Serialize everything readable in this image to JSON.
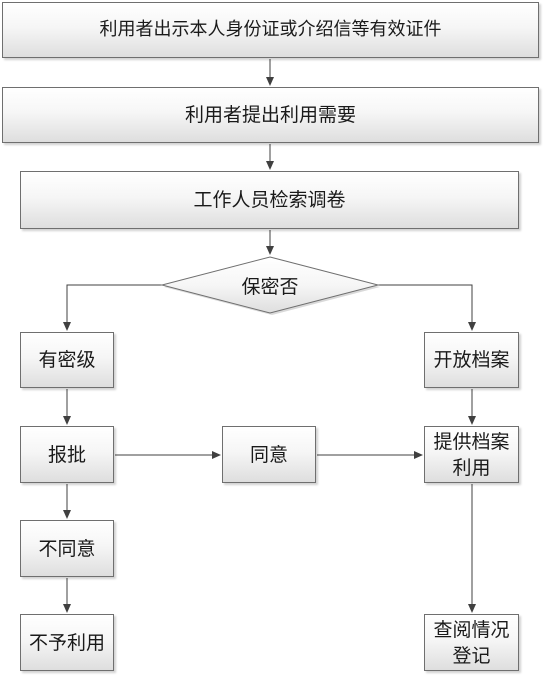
{
  "steps": {
    "show_id": "利用者出示本人身份证或介绍信等有效证件",
    "request": "利用者提出利用需要",
    "retrieve": "工作人员检索调卷",
    "decision": "保密否",
    "classified": "有密级",
    "report": "报批",
    "agree": "同意",
    "open_archive": "开放档案",
    "provide": "提供档案\n利用",
    "disagree": "不同意",
    "deny": "不予利用",
    "record": "查阅情况\n登记"
  }
}
